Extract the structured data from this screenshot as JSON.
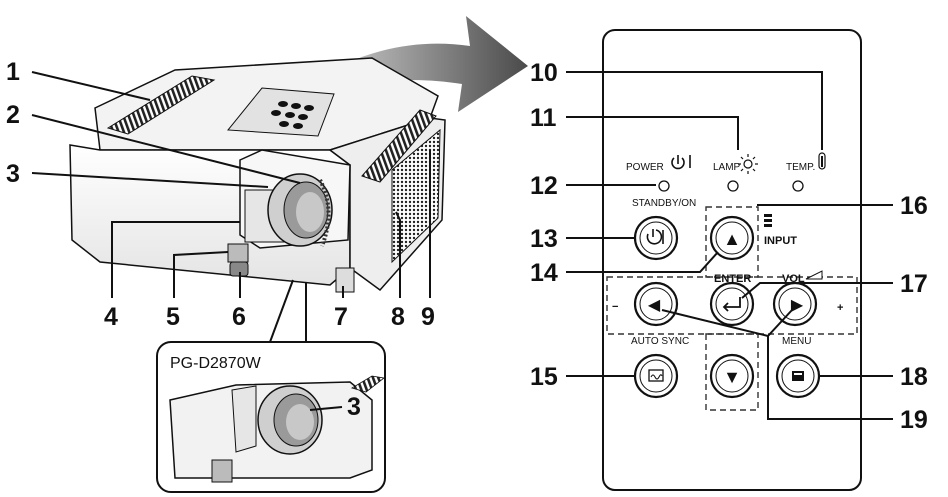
{
  "callouts": {
    "n1": "1",
    "n2": "2",
    "n3": "3",
    "n4": "4",
    "n5": "5",
    "n6": "6",
    "n7": "7",
    "n8": "8",
    "n9": "9",
    "n10": "10",
    "n11": "11",
    "n12": "12",
    "n13": "13",
    "n14": "14",
    "n15": "15",
    "n16": "16",
    "n17": "17",
    "n18": "18",
    "n19": "19",
    "n3b": "3"
  },
  "inset": {
    "model": "PG-D2870W"
  },
  "panel": {
    "power": "POWER",
    "lamp": "LAMP",
    "temp": "TEMP.",
    "standby_on": "STANDBY/ON",
    "input": "INPUT",
    "enter": "ENTER",
    "vol": "VOL",
    "minus": "−",
    "plus": "+",
    "auto_sync": "AUTO SYNC",
    "menu": "MENU",
    "up": "▲",
    "down": "▼",
    "left": "◀",
    "right": "▶"
  },
  "colors": {
    "arrow_dark": "#4a4a4a",
    "arrow_light": "#d8d8d8",
    "ink": "#111111"
  }
}
